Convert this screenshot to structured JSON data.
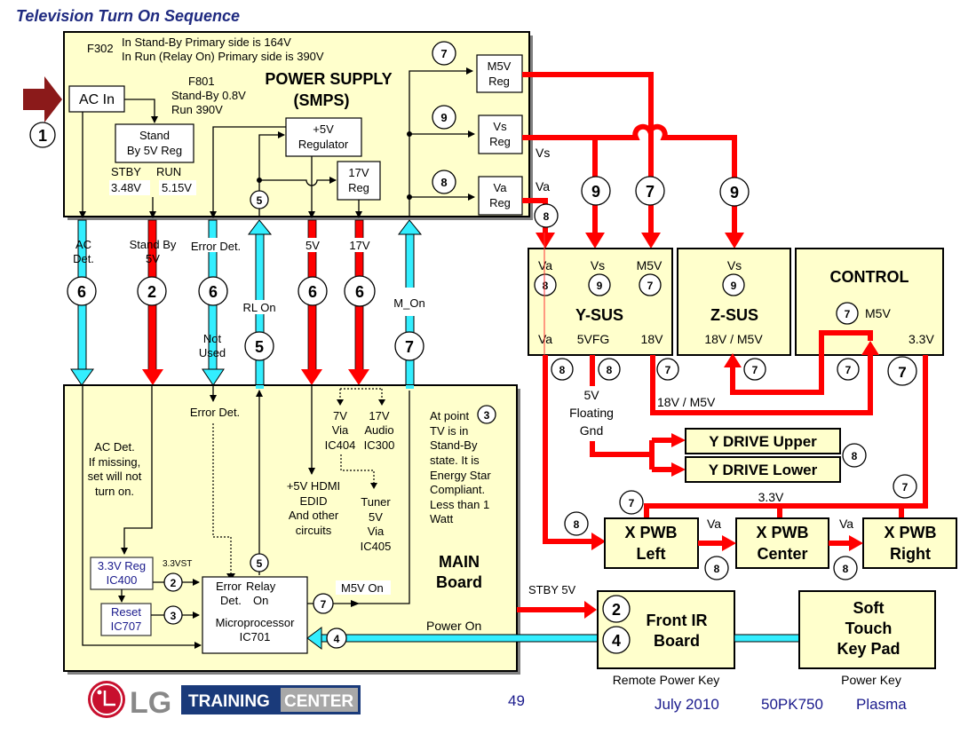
{
  "title": "Television Turn On Sequence",
  "power_supply": {
    "name_line1": "POWER SUPPLY",
    "name_line2": "(SMPS)",
    "f302_label": "F302",
    "f302_line1": "In Stand-By Primary side is 164V",
    "f302_line2": "In Run (Relay On) Primary side is 390V",
    "f801_label": "F801",
    "f801_line1": "Stand-By 0.8V",
    "f801_line2": "Run 390V",
    "ac_in": "AC In",
    "standby_reg_line1": "Stand",
    "standby_reg_line2": "By 5V Reg",
    "stby_label": "STBY",
    "run_label": "RUN",
    "stby_value": "3.48V",
    "run_value": "5.15V",
    "reg5v_line1": "+5V",
    "reg5v_line2": "Regulator",
    "reg17v_line1": "17V",
    "reg17v_line2": "Reg",
    "m5v_reg_line1": "M5V",
    "m5v_reg_line2": "Reg",
    "vs_reg_line1": "Vs",
    "vs_reg_line2": "Reg",
    "va_reg_line1": "Va",
    "va_reg_line2": "Reg",
    "vs_out": "Vs",
    "va_out": "Va"
  },
  "buses": {
    "ac_det_line1": "AC",
    "ac_det_line2": "Det.",
    "standby_line1": "Stand By",
    "standby_line2": "5V",
    "error_det": "Error Det.",
    "not_used_line1": "Not",
    "not_used_line2": "Used",
    "rl_on": "RL On",
    "v5": "5V",
    "v17": "17V",
    "m_on": "M_On"
  },
  "main_board": {
    "name_line1": "MAIN",
    "name_line2": "Board",
    "error_det": "Error Det.",
    "ac_det_note": [
      "AC Det.",
      "If missing,",
      "set will not",
      "turn on."
    ],
    "hdmi_note": [
      "+5V HDMI",
      "EDID",
      "And other",
      "circuits"
    ],
    "v7_note": [
      "7V",
      "Via",
      "IC404"
    ],
    "audio_note": [
      "17V",
      "Audio",
      "IC300"
    ],
    "tuner_note": [
      "Tuner",
      "5V",
      "Via",
      "IC405"
    ],
    "standby_note": [
      "At point",
      "TV is in",
      "Stand-By",
      "state. It is",
      "Energy Star",
      "Compliant.",
      "Less than 1",
      "Watt"
    ],
    "reg33_line1": "3.3V Reg",
    "reg33_line2": "IC400",
    "v33st": "3.3VST",
    "reset_line1": "Reset",
    "reset_line2": "IC707",
    "micro_err1": "Error",
    "micro_err2": "Det.",
    "micro_relay1": "Relay",
    "micro_relay2": "On",
    "micro_line1": "Microprocessor",
    "micro_line2": "IC701",
    "m5v_on": "M5V On",
    "power_on": "Power On",
    "stby_5v": "STBY 5V"
  },
  "ysus": {
    "name": "Y-SUS",
    "in_va": "Va",
    "in_vs": "Vs",
    "in_m5v": "M5V",
    "out_va": "Va",
    "out_5vfg": "5VFG",
    "out_18v": "18V"
  },
  "zsus": {
    "name": "Z-SUS",
    "in_vs": "Vs",
    "out": "18V / M5V"
  },
  "control": {
    "name": "CONTROL",
    "m5v": "M5V",
    "v33": "3.3V"
  },
  "floating": [
    "5V",
    "Floating",
    "Gnd"
  ],
  "v18_m5v": "18V / M5V",
  "ydrive_upper": "Y DRIVE Upper",
  "ydrive_lower": "Y DRIVE Lower",
  "xpwb": {
    "left_line1": "X PWB",
    "left_line2": "Left",
    "center_line1": "X PWB",
    "center_line2": "Center",
    "right_line1": "X PWB",
    "right_line2": "Right",
    "v33": "3.3V",
    "va1": "Va",
    "va2": "Va"
  },
  "front_ir": {
    "line1": "Front IR",
    "line2": "Board",
    "caption": "Remote Power Key"
  },
  "keypad": {
    "line1": "Soft",
    "line2": "Touch",
    "line3": "Key Pad",
    "caption": "Power Key"
  },
  "steps": {
    "s1": "1",
    "s2": "2",
    "s3": "3",
    "s4": "4",
    "s5": "5",
    "s6": "6",
    "s7": "7",
    "s8": "8",
    "s9": "9"
  },
  "footer": {
    "logo_lg": "LG",
    "logo_training": "TRAINING",
    "logo_center": "CENTER",
    "page": "49",
    "date": "July 2010",
    "model": "50PK750",
    "type": "Plasma"
  },
  "colors": {
    "block_fill": "#ffffcc",
    "power_red": "#ff0000",
    "signal_cyan": "#33eeff",
    "title_navy": "#1f2a80",
    "arrow_maroon": "#8b1a1a"
  }
}
